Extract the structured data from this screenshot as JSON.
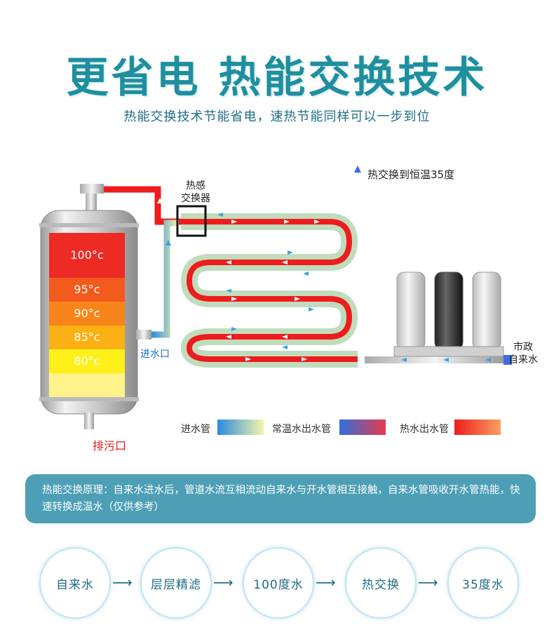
{
  "header": {
    "title": "更省电 热能交换技术",
    "subtitle": "热能交换技术节能省电，速热节能同样可以一步到位"
  },
  "diagram": {
    "label_exchanger": [
      "热感",
      "交换器"
    ],
    "label_hot_out": "热交换到恒温35度",
    "label_inlet": "进水口",
    "label_drain": "排污口",
    "label_city_water": [
      "市政",
      "自来水"
    ],
    "temperatures": [
      "100°c",
      "95°c",
      "90°c",
      "85°c",
      "80°c"
    ],
    "temp_colors": [
      "#ee2a24",
      "#f35a1e",
      "#f7851a",
      "#fbb013",
      "#fff01a",
      "#fff38a"
    ]
  },
  "legend": [
    {
      "label": "进水管",
      "gradient": [
        "#2a8be0",
        "#f8f5a8"
      ]
    },
    {
      "label": "常温水出水管",
      "gradient": [
        "#2f6fe0",
        "#e83a4a"
      ]
    },
    {
      "label": "热水出水管",
      "gradient": [
        "#ee1c1c",
        "#f8a060"
      ]
    }
  ],
  "info": {
    "text": "热能交换原理：自来水进水后，管道水流互相流动自来水与开水管相互接触，自来水管吸收开水管热能，快速转换成温水（仅供参考）"
  },
  "flow": {
    "steps": [
      "自来水",
      "层层精滤",
      "100度水",
      "热交换",
      "35度水"
    ],
    "arrow": "⟶"
  }
}
